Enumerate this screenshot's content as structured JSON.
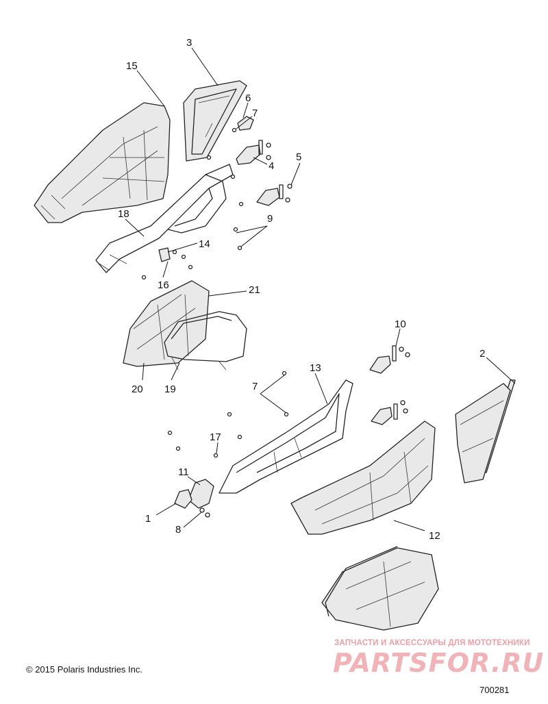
{
  "diagram": {
    "callouts": [
      {
        "label": "1"
      },
      {
        "label": "2"
      },
      {
        "label": "3"
      },
      {
        "label": "4"
      },
      {
        "label": "5"
      },
      {
        "label": "6"
      },
      {
        "label": "7"
      },
      {
        "label": "7"
      },
      {
        "label": "8"
      },
      {
        "label": "9"
      },
      {
        "label": "10"
      },
      {
        "label": "11"
      },
      {
        "label": "12"
      },
      {
        "label": "13"
      },
      {
        "label": "14"
      },
      {
        "label": "15"
      },
      {
        "label": "16"
      },
      {
        "label": "17"
      },
      {
        "label": "18"
      },
      {
        "label": "19"
      },
      {
        "label": "20"
      },
      {
        "label": "21"
      }
    ]
  },
  "footer": {
    "copyright": "© 2015 Polaris Industries Inc.",
    "reference_number": "700281"
  },
  "watermark": {
    "tagline": "ЗАПЧАСТИ И АКСЕССУАРЫ ДЛЯ МОТОТЕХНИКИ",
    "logo_text": "PARTSFOR.RU"
  }
}
